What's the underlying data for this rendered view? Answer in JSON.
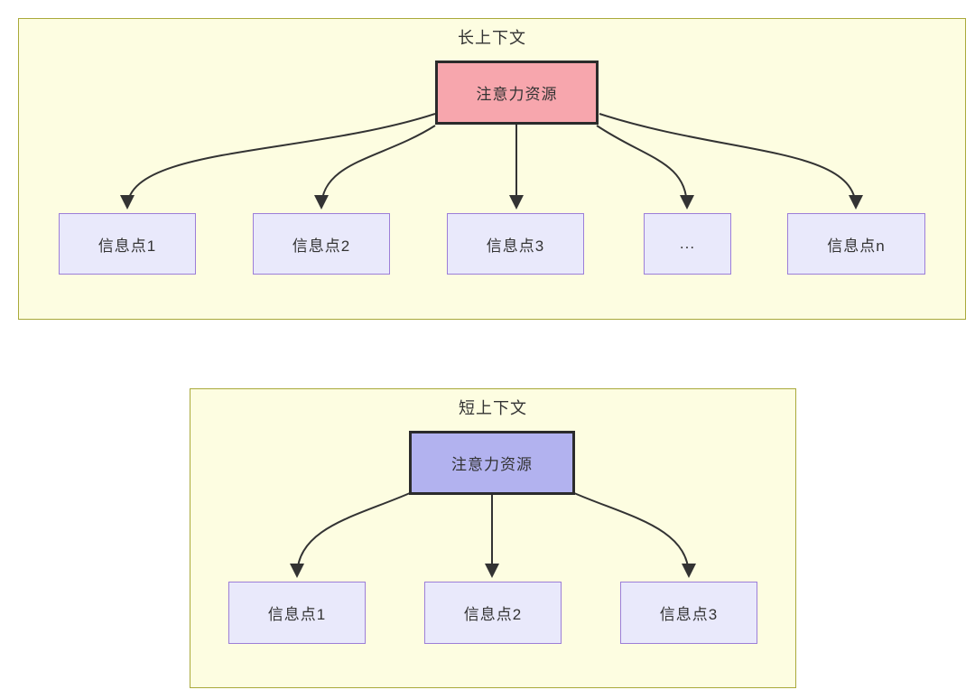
{
  "long_context": {
    "title": "长上下文",
    "hub_label": "注意力资源",
    "nodes": [
      "信息点1",
      "信息点2",
      "信息点3",
      "...",
      "信息点n"
    ]
  },
  "short_context": {
    "title": "短上下文",
    "hub_label": "注意力资源",
    "nodes": [
      "信息点1",
      "信息点2",
      "信息点3"
    ]
  },
  "colors": {
    "container-bg": "#fdfde1",
    "container-border": "#a9a93a",
    "hub-long-bg": "#f7a6ad",
    "hub-short-bg": "#b2b2ef",
    "hub-border": "#2b2b2b",
    "node-bg": "#e9e9fb",
    "node-border": "#9c7ed8",
    "arrow": "#333333",
    "text": "#333333"
  }
}
